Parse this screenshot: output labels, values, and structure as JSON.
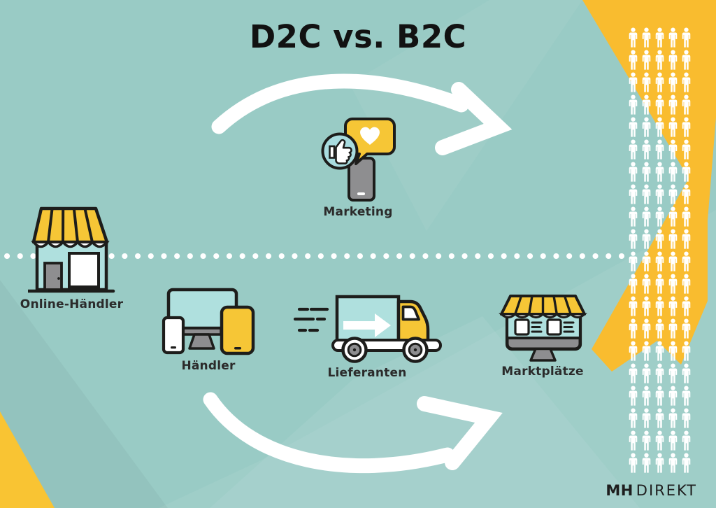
{
  "title": "D2C vs. B2C",
  "nodes": [
    {
      "id": "online-haendler",
      "label": "Online-Händler",
      "icon": "storefront-icon"
    },
    {
      "id": "marketing",
      "label": "Marketing",
      "icon": "social-like-phone-icon"
    },
    {
      "id": "haendler",
      "label": "Händler",
      "icon": "devices-icon"
    },
    {
      "id": "lieferanten",
      "label": "Lieferanten",
      "icon": "delivery-truck-icon"
    },
    {
      "id": "marktplaetze",
      "label": "Marktplätze",
      "icon": "marketplace-monitor-icon"
    }
  ],
  "logo": {
    "bold": "MH",
    "light": "DIREKT"
  },
  "crowd": {
    "rows": 20,
    "cols": 5,
    "icon": "person-icon"
  },
  "colors": {
    "background_teal": "#99CBC5",
    "accent_yellow": "#F9BC2F",
    "icon_yellow": "#F6C636",
    "icon_teal": "#AFE0DE",
    "icon_gray": "#8E8E90",
    "outline_black": "#1D1D1B",
    "arrow_white": "#FFFFFF",
    "text_dark": "#2B2B2B"
  }
}
